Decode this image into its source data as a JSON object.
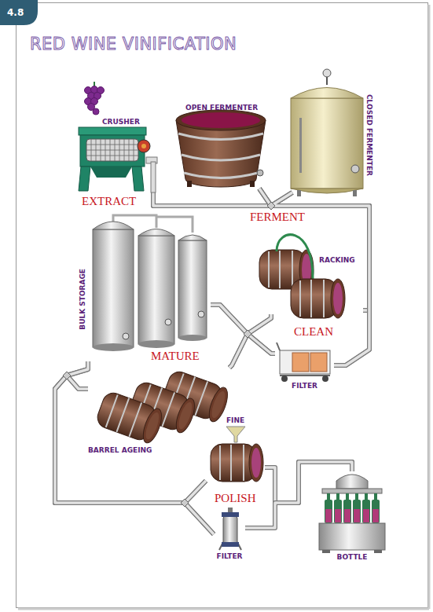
{
  "diagram": {
    "title": "RED WINE VINIFICATION",
    "nodes": [
      {
        "text": [
          "CRUSHER"
        ]
      },
      {
        "text": [
          "OPEN FERMENTER"
        ]
      },
      {
        "text": [
          "CLOSED FERMENTER"
        ]
      },
      {
        "text": [
          "RACKING"
        ]
      },
      {
        "text": [
          "FILTER"
        ]
      },
      {
        "text": [
          "BULK STORAGE"
        ]
      },
      {
        "text": [
          "BARREL AGEING"
        ]
      },
      {
        "text": [
          "FINE"
        ]
      },
      {
        "text": [
          "FILTER"
        ]
      },
      {
        "text": [
          "BOTTLE"
        ]
      }
    ],
    "edges": [
      {
        "from": 0,
        "to": 1,
        "arrow": "none"
      },
      {
        "from": 0,
        "to": 2,
        "arrow": "none"
      },
      {
        "from": 1,
        "to": 3,
        "arrow": "none"
      },
      {
        "from": 1,
        "to": 4,
        "arrow": "none"
      },
      {
        "from": 2,
        "to": 3,
        "arrow": "none"
      },
      {
        "from": 2,
        "to": 4,
        "arrow": "none"
      },
      {
        "from": 3,
        "to": 5,
        "arrow": "none"
      },
      {
        "from": 3,
        "to": 6,
        "arrow": "none"
      },
      {
        "from": 4,
        "to": 5,
        "arrow": "none"
      },
      {
        "from": 4,
        "to": 6,
        "arrow": "none"
      },
      {
        "from": 5,
        "to": 7,
        "arrow": "none"
      },
      {
        "from": 5,
        "to": 8,
        "arrow": "none"
      },
      {
        "from": 6,
        "to": 7,
        "arrow": "none"
      },
      {
        "from": 6,
        "to": 8,
        "arrow": "none"
      },
      {
        "from": 7,
        "to": 9,
        "arrow": "none"
      },
      {
        "from": 8,
        "to": 9,
        "arrow": "none"
      }
    ],
    "labels": [
      "4.8",
      "EXTRACT",
      "FERMENT",
      "CLEAN",
      "MATURE",
      "POLISH"
    ]
  }
}
